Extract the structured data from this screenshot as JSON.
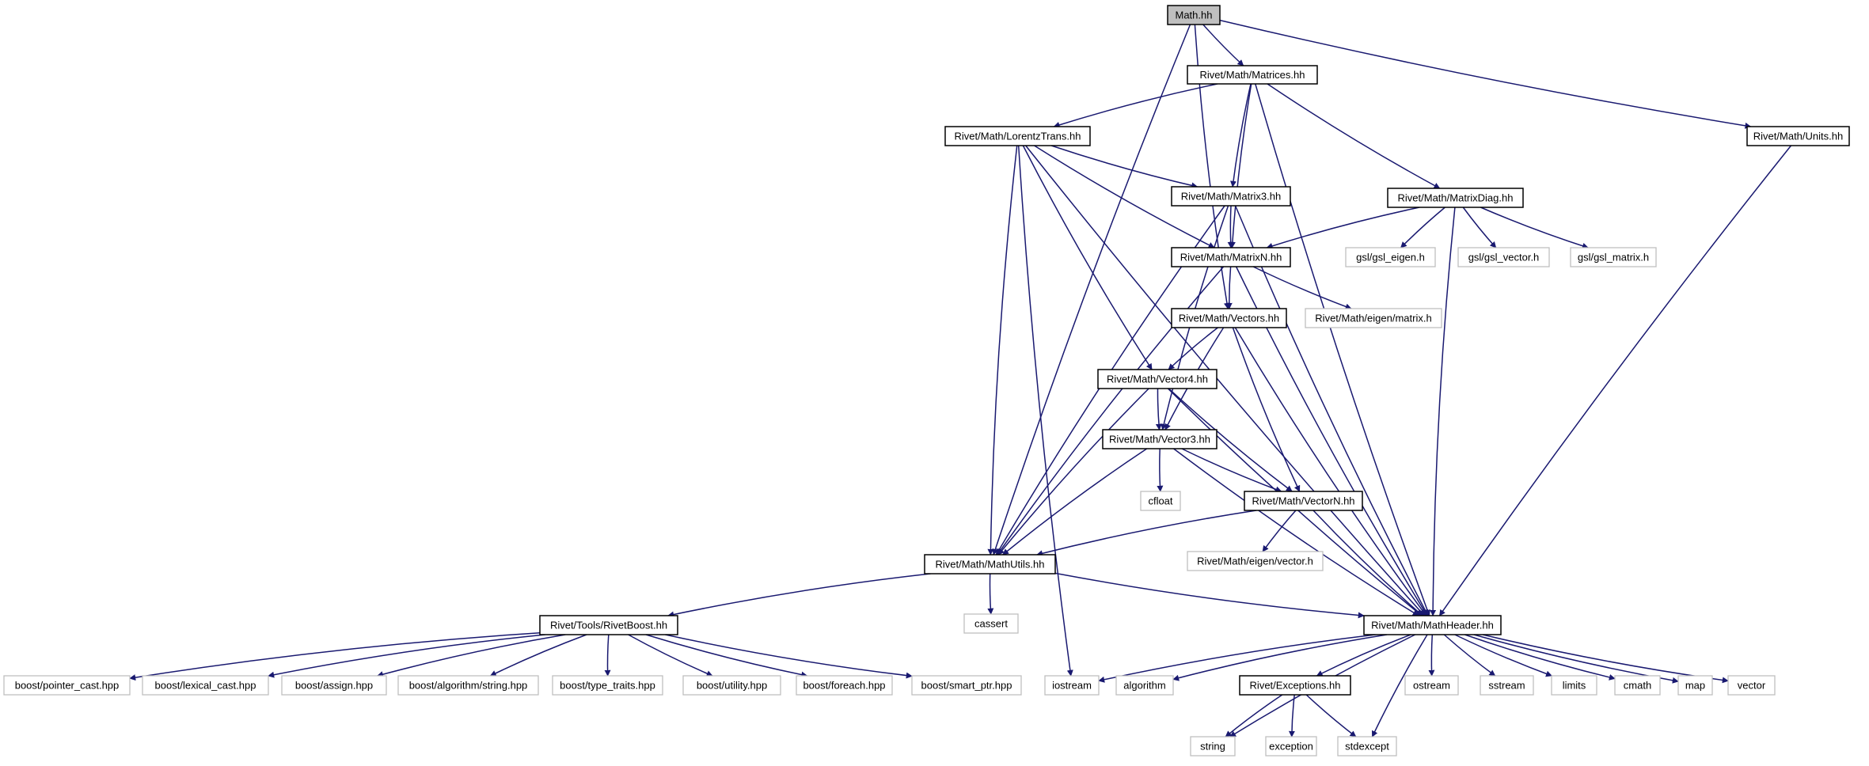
{
  "diagram": {
    "title": "",
    "colors": {
      "edge": "#191970",
      "root_fill": "#bfbfbf",
      "internal_border": "#000000",
      "external_border": "#bfbfbf",
      "background": "#ffffff"
    },
    "nodes": [
      {
        "id": "math",
        "label": "Math.hh",
        "kind": "root"
      },
      {
        "id": "matrices",
        "label": "Rivet/Math/Matrices.hh",
        "kind": "internal"
      },
      {
        "id": "units",
        "label": "Rivet/Math/Units.hh",
        "kind": "internal"
      },
      {
        "id": "lorentz",
        "label": "Rivet/Math/LorentzTrans.hh",
        "kind": "internal"
      },
      {
        "id": "matrix3",
        "label": "Rivet/Math/Matrix3.hh",
        "kind": "internal"
      },
      {
        "id": "matrixdiag",
        "label": "Rivet/Math/MatrixDiag.hh",
        "kind": "internal"
      },
      {
        "id": "matrixn",
        "label": "Rivet/Math/MatrixN.hh",
        "kind": "internal"
      },
      {
        "id": "gsl_eigen",
        "label": "gsl/gsl_eigen.h",
        "kind": "external"
      },
      {
        "id": "gsl_vector",
        "label": "gsl/gsl_vector.h",
        "kind": "external"
      },
      {
        "id": "gsl_matrix",
        "label": "gsl/gsl_matrix.h",
        "kind": "external"
      },
      {
        "id": "vectors",
        "label": "Rivet/Math/Vectors.hh",
        "kind": "internal"
      },
      {
        "id": "eigen_matrix",
        "label": "Rivet/Math/eigen/matrix.h",
        "kind": "external"
      },
      {
        "id": "vector4",
        "label": "Rivet/Math/Vector4.hh",
        "kind": "internal"
      },
      {
        "id": "vector3",
        "label": "Rivet/Math/Vector3.hh",
        "kind": "internal"
      },
      {
        "id": "cfloat",
        "label": "cfloat",
        "kind": "external"
      },
      {
        "id": "vectorn",
        "label": "Rivet/Math/VectorN.hh",
        "kind": "internal"
      },
      {
        "id": "eigen_vector",
        "label": "Rivet/Math/eigen/vector.h",
        "kind": "external"
      },
      {
        "id": "mathutils",
        "label": "Rivet/Math/MathUtils.hh",
        "kind": "internal"
      },
      {
        "id": "cassert",
        "label": "cassert",
        "kind": "external"
      },
      {
        "id": "rivetboost",
        "label": "Rivet/Tools/RivetBoost.hh",
        "kind": "internal"
      },
      {
        "id": "mathheader",
        "label": "Rivet/Math/MathHeader.hh",
        "kind": "internal"
      },
      {
        "id": "pointer_cast",
        "label": "boost/pointer_cast.hpp",
        "kind": "external"
      },
      {
        "id": "lexical_cast",
        "label": "boost/lexical_cast.hpp",
        "kind": "external"
      },
      {
        "id": "assign",
        "label": "boost/assign.hpp",
        "kind": "external"
      },
      {
        "id": "alg_string",
        "label": "boost/algorithm/string.hpp",
        "kind": "external"
      },
      {
        "id": "type_traits",
        "label": "boost/type_traits.hpp",
        "kind": "external"
      },
      {
        "id": "utility",
        "label": "boost/utility.hpp",
        "kind": "external"
      },
      {
        "id": "foreach",
        "label": "boost/foreach.hpp",
        "kind": "external"
      },
      {
        "id": "smart_ptr",
        "label": "boost/smart_ptr.hpp",
        "kind": "external"
      },
      {
        "id": "iostream",
        "label": "iostream",
        "kind": "external"
      },
      {
        "id": "algorithm",
        "label": "algorithm",
        "kind": "external"
      },
      {
        "id": "exceptions",
        "label": "Rivet/Exceptions.hh",
        "kind": "internal"
      },
      {
        "id": "ostream",
        "label": "ostream",
        "kind": "external"
      },
      {
        "id": "sstream",
        "label": "sstream",
        "kind": "external"
      },
      {
        "id": "limits",
        "label": "limits",
        "kind": "external"
      },
      {
        "id": "cmath",
        "label": "cmath",
        "kind": "external"
      },
      {
        "id": "map",
        "label": "map",
        "kind": "external"
      },
      {
        "id": "vector",
        "label": "vector",
        "kind": "external"
      },
      {
        "id": "string",
        "label": "string",
        "kind": "external"
      },
      {
        "id": "exception",
        "label": "exception",
        "kind": "external"
      },
      {
        "id": "stdexcept",
        "label": "stdexcept",
        "kind": "external"
      }
    ],
    "edges": [
      [
        "math",
        "matrices"
      ],
      [
        "math",
        "units"
      ],
      [
        "math",
        "vectors"
      ],
      [
        "math",
        "mathutils"
      ],
      [
        "matrices",
        "lorentz"
      ],
      [
        "matrices",
        "matrix3"
      ],
      [
        "matrices",
        "matrixn"
      ],
      [
        "matrices",
        "matrixdiag"
      ],
      [
        "matrices",
        "mathheader"
      ],
      [
        "units",
        "mathheader"
      ],
      [
        "lorentz",
        "matrix3"
      ],
      [
        "lorentz",
        "matrixn"
      ],
      [
        "lorentz",
        "vector4"
      ],
      [
        "lorentz",
        "mathutils"
      ],
      [
        "lorentz",
        "iostream"
      ],
      [
        "lorentz",
        "mathheader"
      ],
      [
        "matrix3",
        "matrixn"
      ],
      [
        "matrix3",
        "vector3"
      ],
      [
        "matrix3",
        "mathutils"
      ],
      [
        "matrix3",
        "mathheader"
      ],
      [
        "matrixdiag",
        "matrixn"
      ],
      [
        "matrixdiag",
        "gsl_eigen"
      ],
      [
        "matrixdiag",
        "gsl_vector"
      ],
      [
        "matrixdiag",
        "gsl_matrix"
      ],
      [
        "matrixdiag",
        "mathheader"
      ],
      [
        "matrixn",
        "vectors"
      ],
      [
        "matrixn",
        "eigen_matrix"
      ],
      [
        "matrixn",
        "mathutils"
      ],
      [
        "matrixn",
        "mathheader"
      ],
      [
        "vectors",
        "vector4"
      ],
      [
        "vectors",
        "vector3"
      ],
      [
        "vectors",
        "vectorn"
      ],
      [
        "vectors",
        "mathheader"
      ],
      [
        "vector4",
        "vector3"
      ],
      [
        "vector4",
        "vectorn"
      ],
      [
        "vector4",
        "mathutils"
      ],
      [
        "vector4",
        "mathheader"
      ],
      [
        "vector3",
        "cfloat"
      ],
      [
        "vector3",
        "vectorn"
      ],
      [
        "vector3",
        "mathutils"
      ],
      [
        "vector3",
        "mathheader"
      ],
      [
        "vectorn",
        "eigen_vector"
      ],
      [
        "vectorn",
        "mathutils"
      ],
      [
        "vectorn",
        "mathheader"
      ],
      [
        "mathutils",
        "cassert"
      ],
      [
        "mathutils",
        "rivetboost"
      ],
      [
        "mathutils",
        "mathheader"
      ],
      [
        "rivetboost",
        "pointer_cast"
      ],
      [
        "rivetboost",
        "lexical_cast"
      ],
      [
        "rivetboost",
        "assign"
      ],
      [
        "rivetboost",
        "alg_string"
      ],
      [
        "rivetboost",
        "type_traits"
      ],
      [
        "rivetboost",
        "utility"
      ],
      [
        "rivetboost",
        "foreach"
      ],
      [
        "rivetboost",
        "smart_ptr"
      ],
      [
        "mathheader",
        "iostream"
      ],
      [
        "mathheader",
        "algorithm"
      ],
      [
        "mathheader",
        "string"
      ],
      [
        "mathheader",
        "exceptions"
      ],
      [
        "mathheader",
        "stdexcept"
      ],
      [
        "mathheader",
        "ostream"
      ],
      [
        "mathheader",
        "sstream"
      ],
      [
        "mathheader",
        "limits"
      ],
      [
        "mathheader",
        "cmath"
      ],
      [
        "mathheader",
        "map"
      ],
      [
        "mathheader",
        "vector"
      ],
      [
        "exceptions",
        "string"
      ],
      [
        "exceptions",
        "exception"
      ],
      [
        "exceptions",
        "stdexcept"
      ]
    ]
  }
}
